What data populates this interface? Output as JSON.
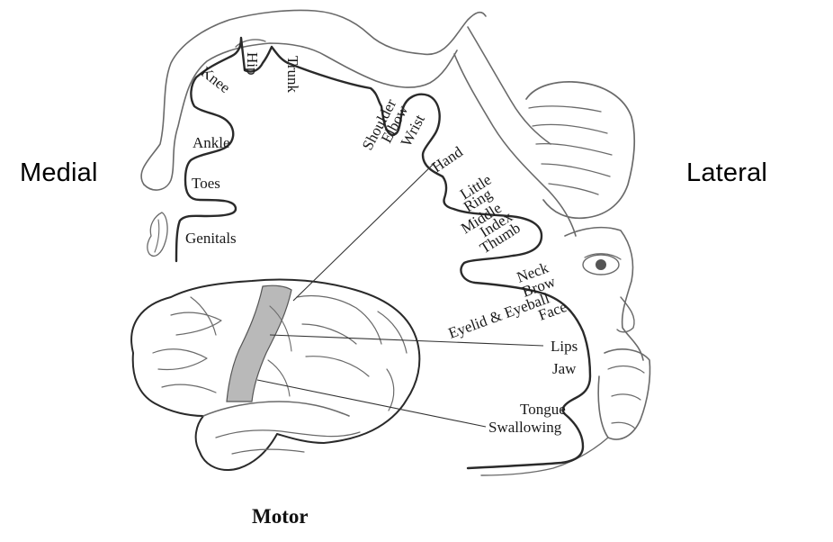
{
  "labels": {
    "medial": "Medial",
    "lateral": "Lateral",
    "caption": "Motor"
  },
  "body_parts": {
    "hip": "Hip",
    "trunk": "Trunk",
    "knee": "Knee",
    "ankle": "Ankle",
    "toes": "Toes",
    "genitals": "Genitals",
    "shoulder": "Shoulder",
    "elbow": "Elbow",
    "wrist": "Wrist",
    "hand": "Hand",
    "little": "Little",
    "ring": "Ring",
    "middle": "Middle",
    "index": "Index",
    "thumb": "Thumb",
    "neck": "Neck",
    "brow": "Brow",
    "eyelid_eyeball": "Eyelid & Eyeball",
    "face": "Face",
    "lips": "Lips",
    "jaw": "Jaw",
    "tongue": "Tongue",
    "swallowing": "Swallowing"
  },
  "colors": {
    "motor_strip": "#b9b9b9",
    "ink": "#2a2a2a"
  }
}
